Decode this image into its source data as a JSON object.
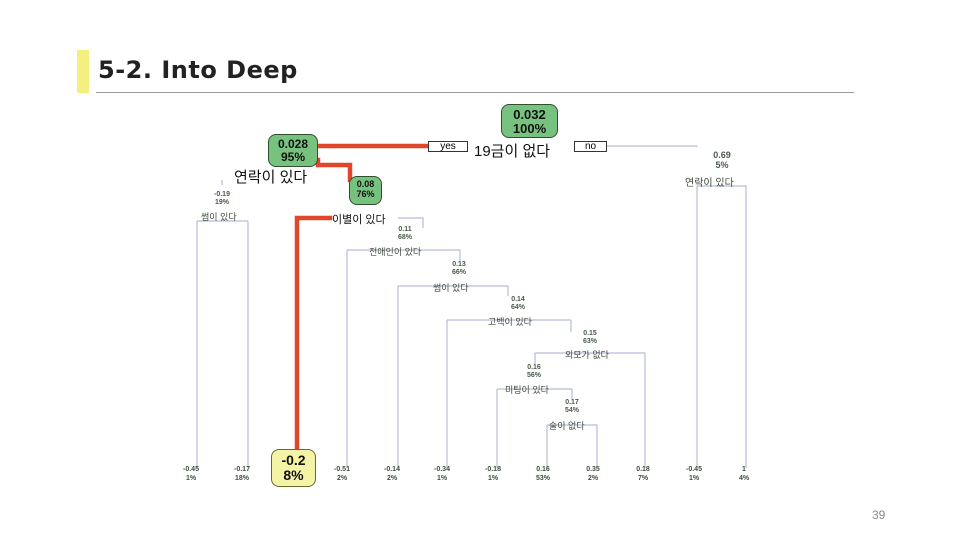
{
  "slide": {
    "title": "5-2. Into Deep",
    "page_number": "39",
    "accent_color": "#f5f07e"
  },
  "tree": {
    "root": {
      "value": "0.032",
      "pct": "100%",
      "condition": "19금이 없다",
      "yes_label": "yes",
      "no_label": "no"
    },
    "n_yes": {
      "value": "0.028",
      "pct": "95%",
      "condition": "연락이 있다"
    },
    "n_no": {
      "value": "0.69",
      "pct": "5%",
      "condition": "연락이 있다"
    },
    "n_l": {
      "value": "-0.19",
      "pct": "19%",
      "condition": "썸이 있다"
    },
    "n_r": {
      "value": "0.08",
      "pct": "76%",
      "condition": "이별이 있다"
    },
    "n1": {
      "value": "0.11",
      "pct": "68%",
      "condition": "전애인이 있다"
    },
    "n2": {
      "value": "0.13",
      "pct": "66%",
      "condition": "썸이 있다"
    },
    "n3": {
      "value": "0.14",
      "pct": "64%",
      "condition": "고백이 있다"
    },
    "n4": {
      "value": "0.15",
      "pct": "63%",
      "condition": "외모가 없다"
    },
    "n5": {
      "value": "0.16",
      "pct": "56%",
      "condition": "미팅이 있다"
    },
    "n6": {
      "value": "0.17",
      "pct": "54%",
      "condition": "술이 없다"
    },
    "highlight_leaf": {
      "value": "-0.2",
      "pct": "8%"
    },
    "leaves": [
      {
        "value": "-0.45",
        "pct": "1%"
      },
      {
        "value": "-0.17",
        "pct": "18%"
      },
      {
        "value": "-0.51",
        "pct": "2%"
      },
      {
        "value": "-0.14",
        "pct": "2%"
      },
      {
        "value": "-0.34",
        "pct": "1%"
      },
      {
        "value": "-0.18",
        "pct": "1%"
      },
      {
        "value": "0.16",
        "pct": "53%"
      },
      {
        "value": "0.35",
        "pct": "2%"
      },
      {
        "value": "0.18",
        "pct": "7%"
      },
      {
        "value": "-0.45",
        "pct": "1%"
      },
      {
        "value": "1",
        "pct": "4%"
      }
    ],
    "colors": {
      "node_green": "#78c27f",
      "node_yellow": "#f5f3a6",
      "highlight_path": "#e0462a",
      "branch_line": "#b8bcd6"
    }
  }
}
